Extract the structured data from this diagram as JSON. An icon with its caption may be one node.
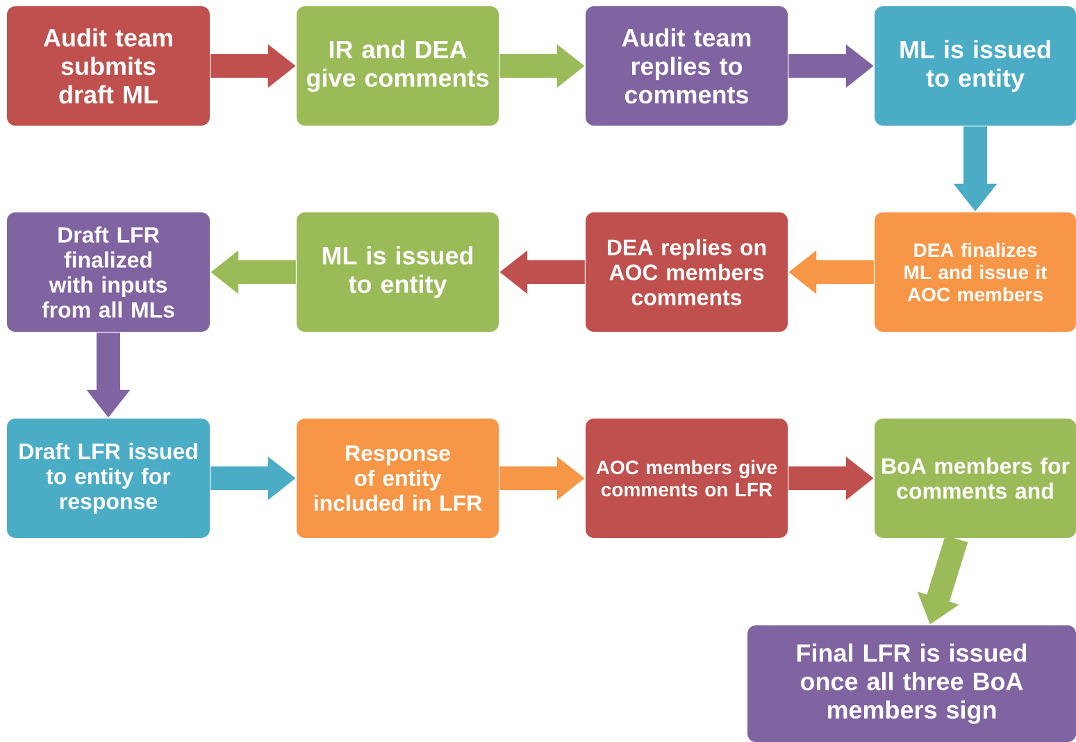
{
  "diagram": {
    "nodes": [
      {
        "text": [
          "Audit team submits draft ML"
        ]
      },
      {
        "text": [
          "IR and DEA give comments"
        ]
      },
      {
        "text": [
          "Audit team replies to comments"
        ]
      },
      {
        "text": [
          "ML is issued to entity"
        ]
      },
      {
        "text": [
          "Draft LFR finalized with inputs from all MLs"
        ]
      },
      {
        "text": [
          "ML is issued to entity"
        ]
      },
      {
        "text": [
          "DEA replies on AOC members comments"
        ]
      },
      {
        "text": [
          "DEA finalizes ML and issue it AOC members"
        ]
      },
      {
        "text": [
          "Draft LFR issued to entity for response"
        ]
      },
      {
        "text": [
          "Response of entity included in LFR"
        ]
      },
      {
        "text": [
          "AOC members give comments on LFR"
        ]
      },
      {
        "text": [
          "BoA members for comments and"
        ]
      },
      {
        "text": [
          "Final LFR is issued once all three BoA members sign"
        ]
      }
    ],
    "edges": [
      {
        "from": 0,
        "to": 1,
        "arrow": "to",
        "color": "#c0504d"
      },
      {
        "from": 1,
        "to": 2,
        "arrow": "to",
        "color": "#9bbb59"
      },
      {
        "from": 2,
        "to": 3,
        "arrow": "to",
        "color": "#8064a2"
      },
      {
        "from": 3,
        "to": 7,
        "arrow": "to",
        "color": "#4bacc6"
      },
      {
        "from": 7,
        "to": 6,
        "arrow": "to",
        "color": "#f79646"
      },
      {
        "from": 6,
        "to": 5,
        "arrow": "to",
        "color": "#c0504d"
      },
      {
        "from": 5,
        "to": 4,
        "arrow": "to",
        "color": "#9bbb59"
      },
      {
        "from": 4,
        "to": 8,
        "arrow": "to",
        "color": "#8064a2"
      },
      {
        "from": 8,
        "to": 9,
        "arrow": "to",
        "color": "#4bacc6"
      },
      {
        "from": 9,
        "to": 10,
        "arrow": "to",
        "color": "#f79646"
      },
      {
        "from": 10,
        "to": 11,
        "arrow": "to",
        "color": "#c0504d"
      },
      {
        "from": 11,
        "to": 12,
        "arrow": "to",
        "color": "#9bbb59"
      }
    ]
  }
}
